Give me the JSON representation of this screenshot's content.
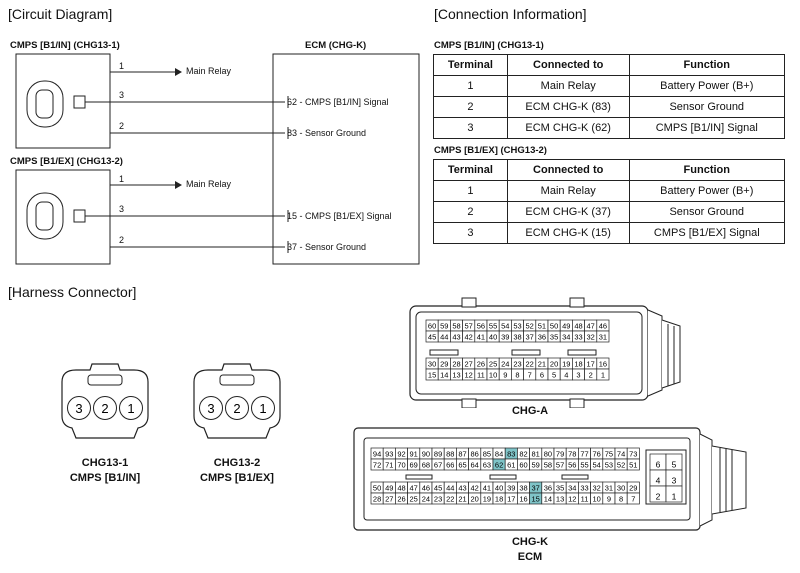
{
  "circuit": {
    "section_title": "[Circuit Diagram]",
    "ecm_title": "ECM (CHG-K)",
    "sensor1_title": "CMPS [B1/IN] (CHG13-1)",
    "sensor2_title": "CMPS [B1/EX] (CHG13-2)",
    "s1": {
      "pin1": "1",
      "pin3": "3",
      "pin2": "2",
      "main_relay": "Main Relay",
      "signal": "62 - CMPS [B1/IN] Signal",
      "ground": "83 - Sensor Ground"
    },
    "s2": {
      "pin1": "1",
      "pin3": "3",
      "pin2": "2",
      "main_relay": "Main Relay",
      "signal": "15 - CMPS [B1/EX] Signal",
      "ground": "37 - Sensor Ground"
    }
  },
  "connection": {
    "section_title": "[Connection Information]",
    "headers": [
      "Terminal",
      "Connected to",
      "Function"
    ],
    "table1_title": "CMPS [B1/IN] (CHG13-1)",
    "table1": [
      [
        "1",
        "Main Relay",
        "Battery Power (B+)"
      ],
      [
        "2",
        "ECM CHG-K (83)",
        "Sensor Ground"
      ],
      [
        "3",
        "ECM CHG-K (62)",
        "CMPS [B1/IN] Signal"
      ]
    ],
    "table2_title": "CMPS [B1/EX] (CHG13-2)",
    "table2": [
      [
        "1",
        "Main Relay",
        "Battery Power (B+)"
      ],
      [
        "2",
        "ECM CHG-K (37)",
        "Sensor Ground"
      ],
      [
        "3",
        "ECM CHG-K (15)",
        "CMPS [B1/EX] Signal"
      ]
    ]
  },
  "harness": {
    "section_title": "[Harness Connector]",
    "chg13_1": {
      "name": "CHG13-1",
      "desc": "CMPS [B1/IN]",
      "pins": [
        "3",
        "2",
        "1"
      ]
    },
    "chg13_2": {
      "name": "CHG13-2",
      "desc": "CMPS [B1/EX]",
      "pins": [
        "3",
        "2",
        "1"
      ]
    },
    "chg_a": {
      "label": "CHG-A",
      "rows": [
        [
          "60",
          "59",
          "58",
          "57",
          "56",
          "55",
          "54",
          "53",
          "52",
          "51",
          "50",
          "49",
          "48",
          "47",
          "46"
        ],
        [
          "45",
          "44",
          "43",
          "42",
          "41",
          "40",
          "39",
          "38",
          "37",
          "36",
          "35",
          "34",
          "33",
          "32",
          "31"
        ],
        [
          "30",
          "29",
          "28",
          "27",
          "26",
          "25",
          "24",
          "23",
          "22",
          "21",
          "20",
          "19",
          "18",
          "17",
          "16"
        ],
        [
          "15",
          "14",
          "13",
          "12",
          "11",
          "10",
          "9",
          "8",
          "7",
          "6",
          "5",
          "4",
          "3",
          "2",
          "1"
        ]
      ]
    },
    "chg_k": {
      "label": "CHG-K",
      "sublabel": "ECM",
      "rows": [
        [
          "94",
          "93",
          "92",
          "91",
          "90",
          "89",
          "88",
          "87",
          "86",
          "85",
          "84",
          "83",
          "82",
          "81",
          "80",
          "79",
          "78",
          "77",
          "76",
          "75",
          "74",
          "73"
        ],
        [
          "72",
          "71",
          "70",
          "69",
          "68",
          "67",
          "66",
          "65",
          "64",
          "63",
          "62",
          "61",
          "60",
          "59",
          "58",
          "57",
          "56",
          "55",
          "54",
          "53",
          "52",
          "51"
        ],
        [
          "50",
          "49",
          "48",
          "47",
          "46",
          "45",
          "44",
          "43",
          "42",
          "41",
          "40",
          "39",
          "38",
          "37",
          "36",
          "35",
          "34",
          "33",
          "32",
          "31",
          "30",
          "29"
        ],
        [
          "28",
          "27",
          "26",
          "25",
          "24",
          "23",
          "22",
          "21",
          "20",
          "19",
          "18",
          "17",
          "16",
          "15",
          "14",
          "13",
          "12",
          "11",
          "10",
          "9",
          "8",
          "7"
        ]
      ],
      "side_pins": [
        [
          "6",
          "5"
        ],
        [
          "4",
          "3"
        ],
        [
          "2",
          "1"
        ]
      ],
      "highlighted": [
        "83",
        "62",
        "37",
        "15"
      ],
      "highlight_color": "#7fc4c8"
    }
  }
}
